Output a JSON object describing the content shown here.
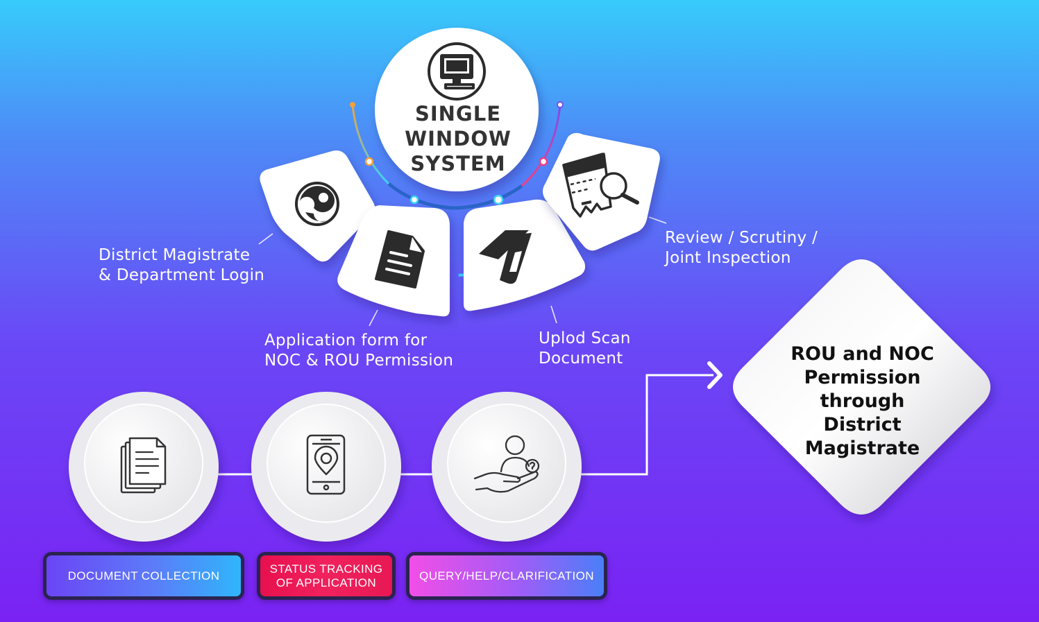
{
  "hub": {
    "title_lines": [
      "SINGLE",
      "WINDOW",
      "SYSTEM"
    ],
    "icon": "computer-monitor-icon"
  },
  "steps": [
    {
      "icon": "login-circle-icon",
      "label_lines": [
        "District Magistrate",
        "& Department Login"
      ]
    },
    {
      "icon": "document-form-icon",
      "label_lines": [
        "Application form for",
        "NOC & ROU Permission"
      ]
    },
    {
      "icon": "scanner-upload-icon",
      "label_lines": [
        "Uplod Scan",
        "Document"
      ]
    },
    {
      "icon": "review-magnifier-icon",
      "label_lines": [
        "Review / Scrutiny /",
        "Joint Inspection"
      ]
    }
  ],
  "features": [
    {
      "icon": "documents-stack-icon",
      "label_lines": [
        "DOCUMENT COLLECTION"
      ]
    },
    {
      "icon": "mobile-location-icon",
      "label_lines": [
        "STATUS TRACKING",
        "OF APPLICATION"
      ]
    },
    {
      "icon": "help-hand-icon",
      "label_lines": [
        "QUERY/HELP/CLARIFICATION"
      ]
    }
  ],
  "outcome": {
    "text_lines": [
      "ROU and NOC",
      "Permission",
      "through",
      "District",
      "Magistrate"
    ]
  },
  "colors": {
    "background_top": "#37cbfb",
    "background_bottom": "#7a22f3",
    "card": "#ffffff",
    "icon_dark": "#2b2b2b",
    "arc_orange": "#f5a13a",
    "arc_cyan": "#3ad3f3",
    "arc_blue": "#2a64c8",
    "arc_pink": "#ef3f86",
    "pill_red": "#e8104e"
  }
}
